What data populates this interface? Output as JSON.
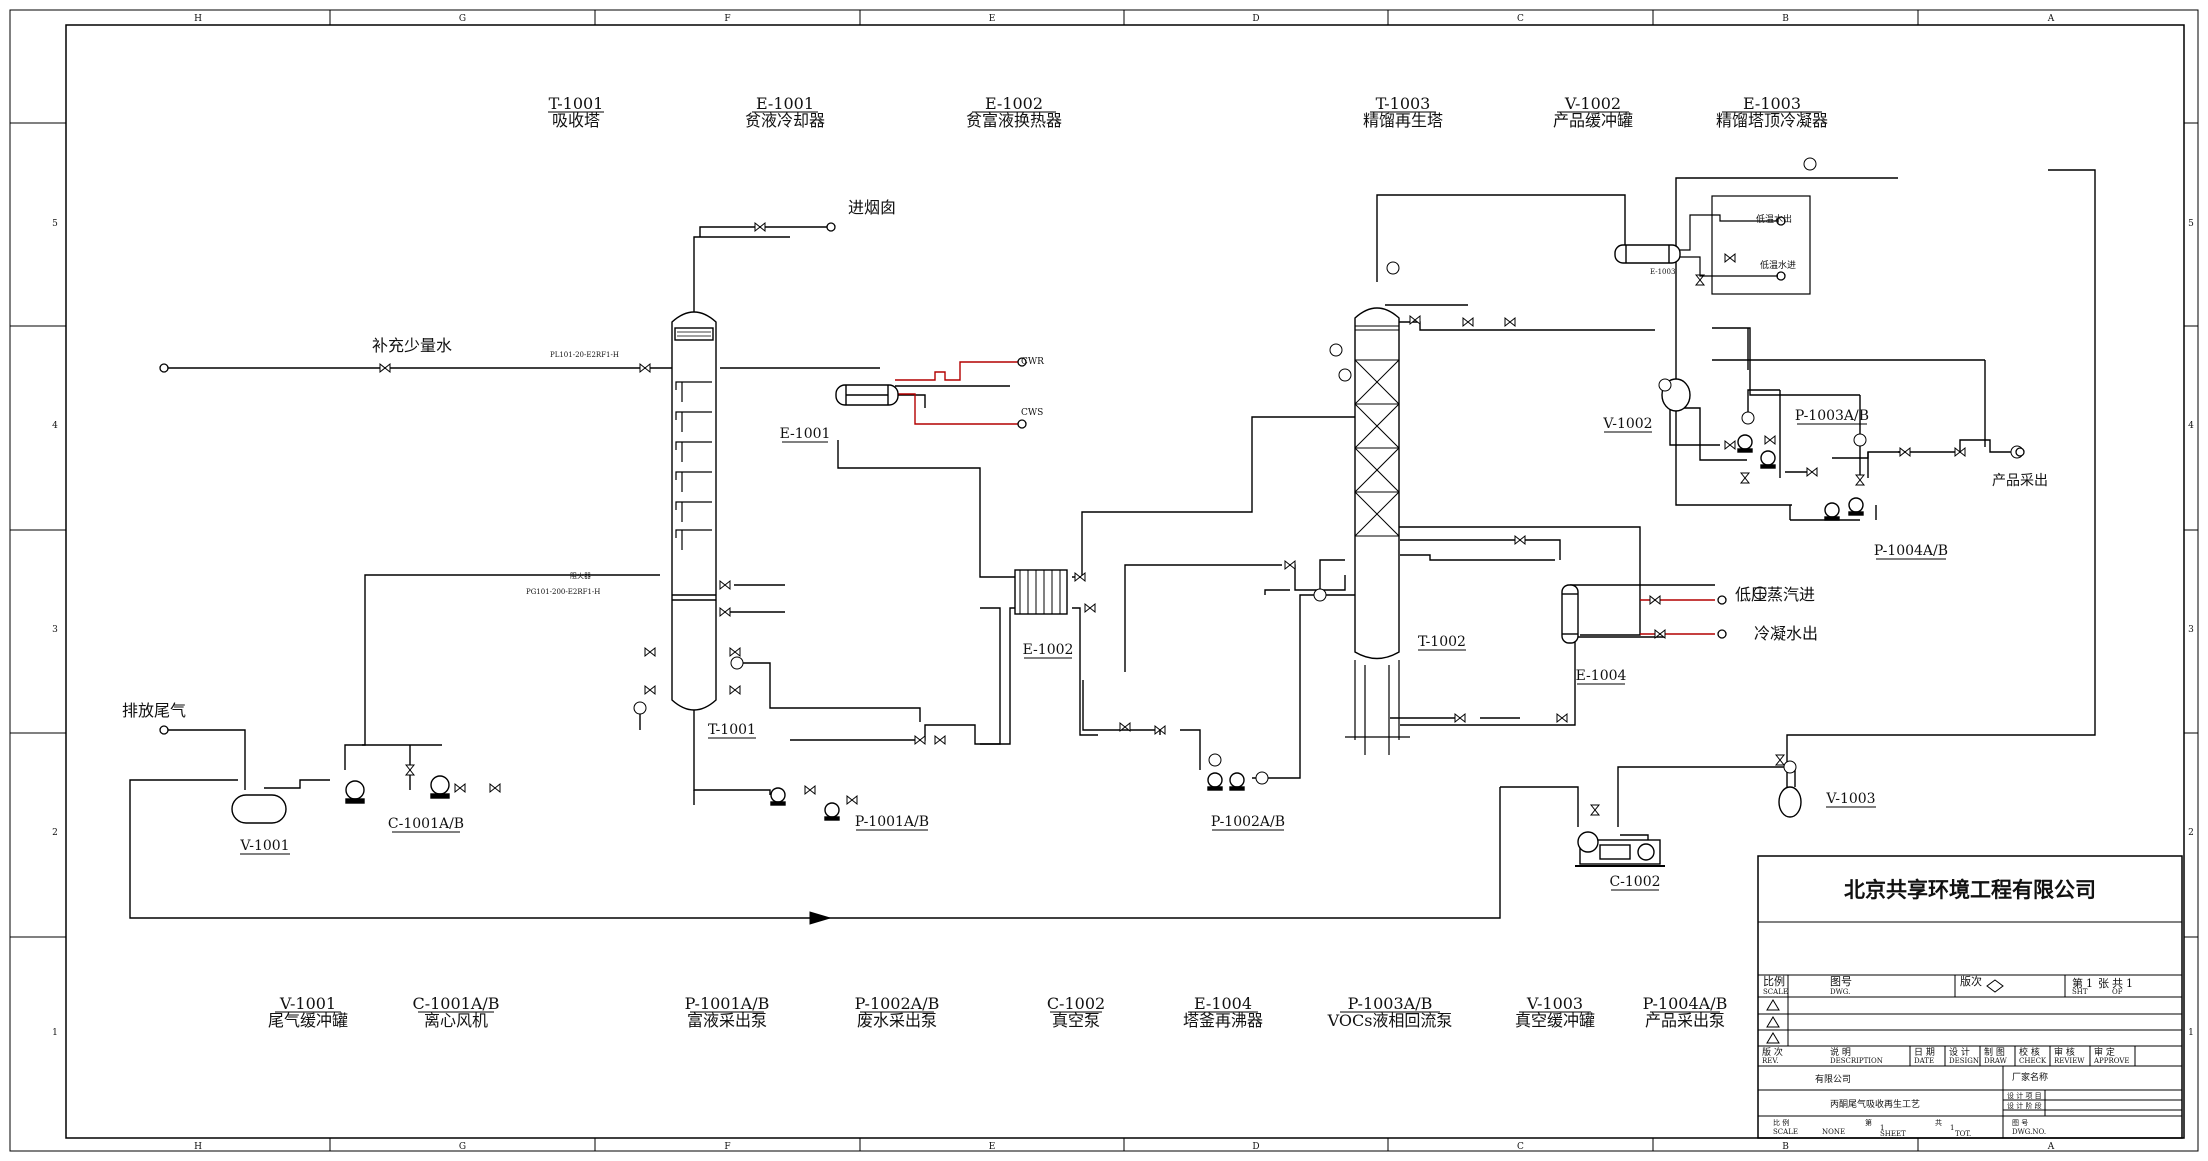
{
  "border": {
    "cols_top": [
      "H",
      "G",
      "F",
      "E",
      "D",
      "C",
      "B",
      "A"
    ],
    "cols_bottom": [
      "H",
      "G",
      "F",
      "E",
      "D",
      "C",
      "B",
      "A"
    ],
    "rows": [
      "5",
      "4",
      "3",
      "2",
      "1"
    ]
  },
  "top_legend": [
    {
      "tag": "T-1001",
      "name": "吸收塔"
    },
    {
      "tag": "E-1001",
      "name": "贫液冷却器"
    },
    {
      "tag": "E-1002",
      "name": "贫富液换热器"
    },
    {
      "tag": "T-1003",
      "name": "精馏再生塔"
    },
    {
      "tag": "V-1002",
      "name": "产品缓冲罐"
    },
    {
      "tag": "E-1003",
      "name": "精馏塔顶冷凝器"
    }
  ],
  "bottom_legend": [
    {
      "tag": "V-1001",
      "name": "尾气缓冲罐"
    },
    {
      "tag": "C-1001A/B",
      "name": "离心风机"
    },
    {
      "tag": "P-1001A/B",
      "name": "富液采出泵"
    },
    {
      "tag": "P-1002A/B",
      "name": "废水采出泵"
    },
    {
      "tag": "C-1002",
      "name": "真空泵"
    },
    {
      "tag": "E-1004",
      "name": "塔釜再沸器"
    },
    {
      "tag": "P-1003A/B",
      "name": "VOCs液相回流泵"
    },
    {
      "tag": "V-1003",
      "name": "真空缓冲罐"
    },
    {
      "tag": "P-1004A/B",
      "name": "产品采出泵"
    }
  ],
  "streams": {
    "flue_in": "进烟囱",
    "makeup_water": "补充少量水",
    "exhaust": "排放尾气",
    "cwr": "CWR",
    "cws": "CWS",
    "chill_out": "低温水出",
    "chill_in": "低温水进",
    "product_out": "产品采出",
    "steam_in": "低压蒸汽进",
    "condensate_out": "冷凝水出"
  },
  "line_numbers": {
    "pl101": "PL101-20-E2RF1-H",
    "pg101": "PG101-200-E2RF1-H"
  },
  "inline_tags": {
    "flame_arrester": "阻火器",
    "hx_tag": "E-1003"
  },
  "equipment_labels": {
    "t1001": "T-1001",
    "e1001": "E-1001",
    "e1002": "E-1002",
    "t1002": "T-1002",
    "e1004": "E-1004",
    "v1001": "V-1001",
    "c1001": "C-1001A/B",
    "p1001": "P-1001A/B",
    "p1002": "P-1002A/B",
    "p1003": "P-1003A/B",
    "p1004": "P-1004A/B",
    "v1002": "V-1002",
    "v1003": "V-1003",
    "c1002": "C-1002"
  },
  "title_block": {
    "company": "北京共享环境工程有限公司",
    "scale_cn": "比例",
    "scale_en": "SCALE",
    "dwg_cn": "图号",
    "dwg_en": "DWG.",
    "rev_cn": "版次",
    "sht_cn": "第",
    "sht_val": "1",
    "zhang": "张",
    "of_cn": "共",
    "of_val": "1",
    "sht_en": "SHT",
    "of_en": "OF",
    "hdr_rev": "版 次",
    "hdr_rev_en": "REV.",
    "hdr_desc": "说 明",
    "hdr_desc_en": "DESCRIPTION",
    "hdr_date": "日 期",
    "hdr_date_en": "DATE",
    "hdr_design": "设 计",
    "hdr_design_en": "DESIGN",
    "hdr_draw": "制 图",
    "hdr_draw_en": "DRAW",
    "hdr_check": "校 核",
    "hdr_check_en": "CHECK",
    "hdr_review": "审 核",
    "hdr_review_en": "REVIEW",
    "hdr_approve": "审 定",
    "hdr_approve_en": "APPROVE",
    "client": "有限公司",
    "vendor": "厂家名称",
    "project": "丙酮尾气吸收再生工艺",
    "design_item": "设 计 项 目",
    "design_stage": "设 计 阶 段",
    "b_scale": "比 例",
    "b_scale_en": "SCALE",
    "b_scale_val": "NONE",
    "b_sheet": "第",
    "b_sheet_val": "1",
    "b_sheet_en": "SHEET",
    "b_tot": "共",
    "b_tot_val": "1",
    "b_tot_en": "TOT.",
    "b_dwg": "图 号",
    "b_dwg_en": "DWG.NO."
  }
}
